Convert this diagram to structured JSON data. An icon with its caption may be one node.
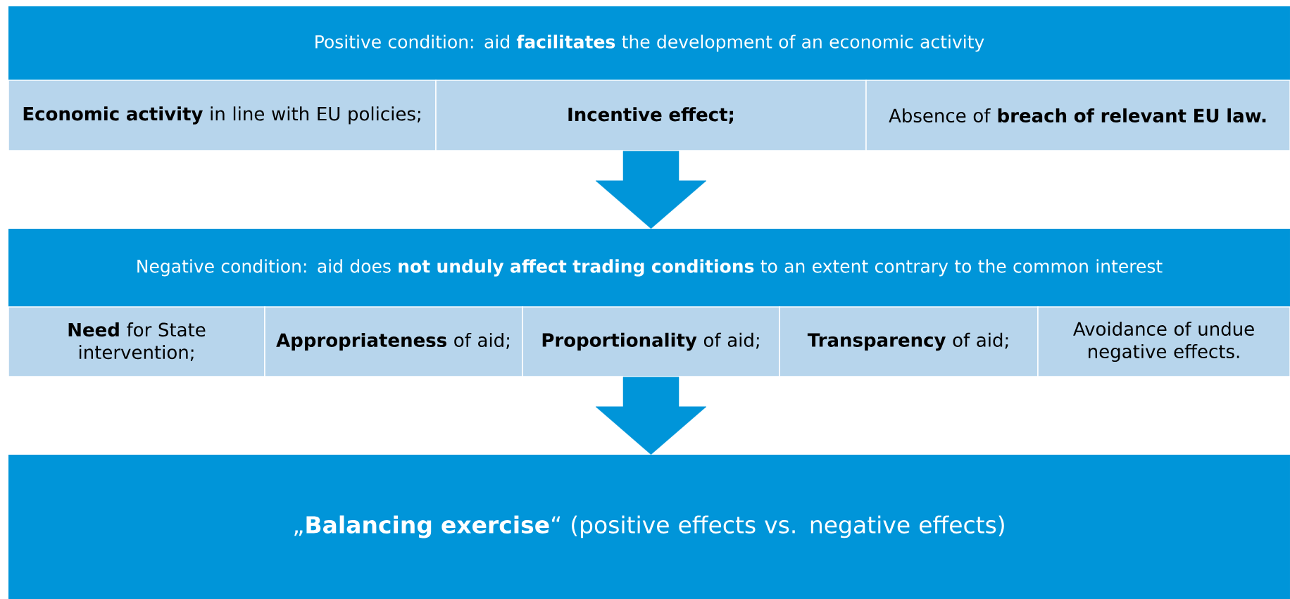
{
  "diagram": {
    "nodes": [
      {
        "text": [
          "Positive condition: aid **facilitates** the development of an economic activity"
        ]
      },
      {
        "text": [
          "**Economic activity** in line with EU policies;"
        ]
      },
      {
        "text": [
          "**Incentive effect;**"
        ]
      },
      {
        "text": [
          "Absence of **breach of relevant EU law.**"
        ]
      },
      {
        "text": [
          "Negative condition: aid does **not unduly affect trading conditions** to an extent contrary to the common interest"
        ]
      },
      {
        "text": [
          "**Need** for State intervention;"
        ]
      },
      {
        "text": [
          "**Appropriateness** of aid;"
        ]
      },
      {
        "text": [
          "**Proportionality** of aid;"
        ]
      },
      {
        "text": [
          "**Transparency** of aid;"
        ]
      },
      {
        "text": [
          "Avoidance of undue negative effects."
        ]
      },
      {
        "text": [
          "„**Balancing exercise**“ (positive effects vs. negative effects)"
        ]
      }
    ],
    "edges": [
      {
        "from": 2,
        "to": 4,
        "arrow": "to"
      },
      {
        "from": 7,
        "to": 10,
        "arrow": "to"
      }
    ]
  }
}
